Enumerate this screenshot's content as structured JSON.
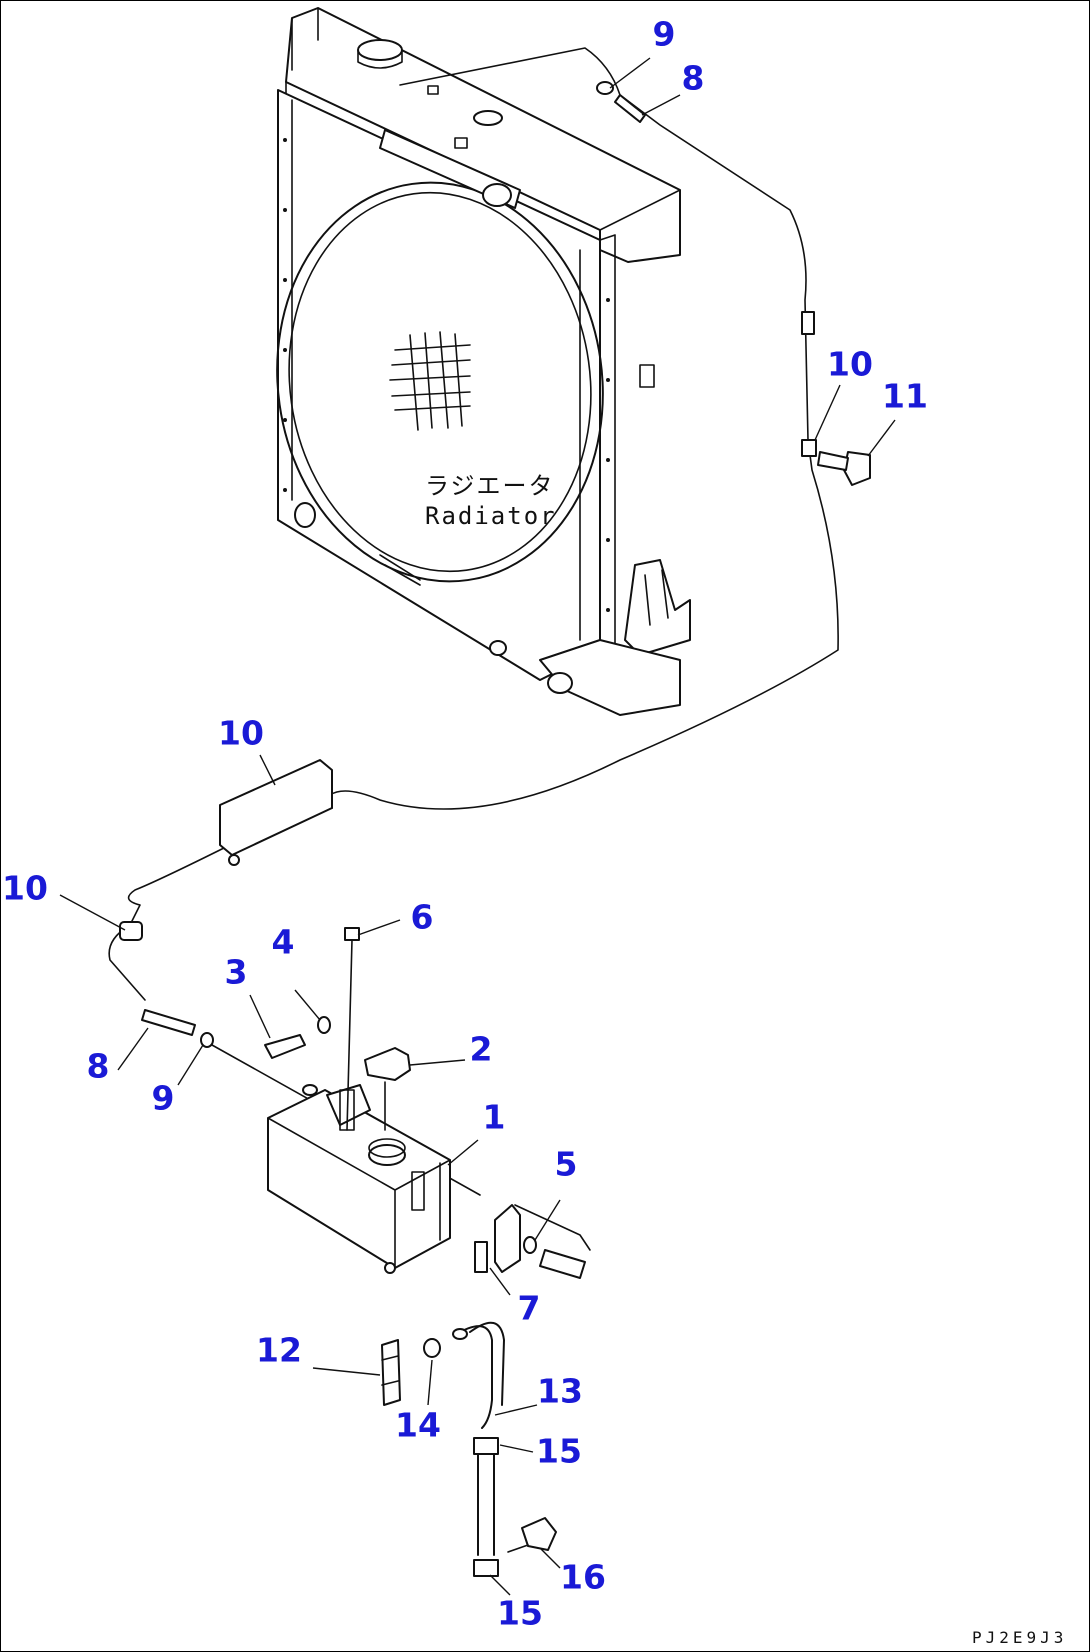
{
  "diagram": {
    "component_label_jp": "ラジエータ",
    "component_label_en": "Radiator",
    "drawing_code": "PJ2E9J3",
    "callouts": [
      {
        "id": "callout-9-top",
        "text": "9"
      },
      {
        "id": "callout-8-top",
        "text": "8"
      },
      {
        "id": "callout-10-right",
        "text": "10"
      },
      {
        "id": "callout-11",
        "text": "11"
      },
      {
        "id": "callout-10-mid",
        "text": "10"
      },
      {
        "id": "callout-10-left",
        "text": "10"
      },
      {
        "id": "callout-6",
        "text": "6"
      },
      {
        "id": "callout-3",
        "text": "3"
      },
      {
        "id": "callout-4",
        "text": "4"
      },
      {
        "id": "callout-2",
        "text": "2"
      },
      {
        "id": "callout-8-left",
        "text": "8"
      },
      {
        "id": "callout-9-left",
        "text": "9"
      },
      {
        "id": "callout-1",
        "text": "1"
      },
      {
        "id": "callout-5",
        "text": "5"
      },
      {
        "id": "callout-7",
        "text": "7"
      },
      {
        "id": "callout-12",
        "text": "12"
      },
      {
        "id": "callout-13",
        "text": "13"
      },
      {
        "id": "callout-14",
        "text": "14"
      },
      {
        "id": "callout-15-upper",
        "text": "15"
      },
      {
        "id": "callout-16",
        "text": "16"
      },
      {
        "id": "callout-15-lower",
        "text": "15"
      }
    ]
  },
  "colors": {
    "callout": "#1a1ad6",
    "linework": "#111111",
    "background": "#ffffff"
  }
}
